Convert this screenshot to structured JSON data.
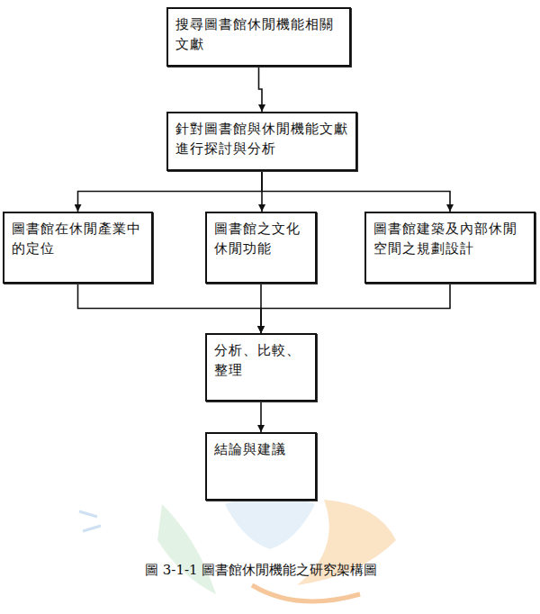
{
  "diagram": {
    "caption": "圖 3-1-1 圖書館休閒機能之研究架構圖",
    "nodes": [
      {
        "text": [
          "搜尋圖書館休閒機能相關文獻"
        ]
      },
      {
        "text": [
          "針對圖書館與休閒機能文獻進行探討與分析"
        ]
      },
      {
        "text": [
          "圖書館在休閒產業中的定位"
        ]
      },
      {
        "text": [
          "圖書館之文化休閒功能"
        ]
      },
      {
        "text": [
          "圖書館建築及內部休閒空間之規劃設計"
        ]
      },
      {
        "text": [
          "分析、比較、整理"
        ]
      },
      {
        "text": [
          "結論與建議"
        ]
      }
    ],
    "edges": [
      {
        "from": 0,
        "to": 1,
        "arrow": "to"
      },
      {
        "from": 1,
        "to": 2,
        "arrow": "to"
      },
      {
        "from": 1,
        "to": 3,
        "arrow": "to"
      },
      {
        "from": 1,
        "to": 4,
        "arrow": "to"
      },
      {
        "from": 2,
        "to": 5,
        "arrow": "to"
      },
      {
        "from": 3,
        "to": 5,
        "arrow": "to"
      },
      {
        "from": 4,
        "to": 5,
        "arrow": "to"
      },
      {
        "from": 5,
        "to": 6,
        "arrow": "to"
      }
    ]
  }
}
